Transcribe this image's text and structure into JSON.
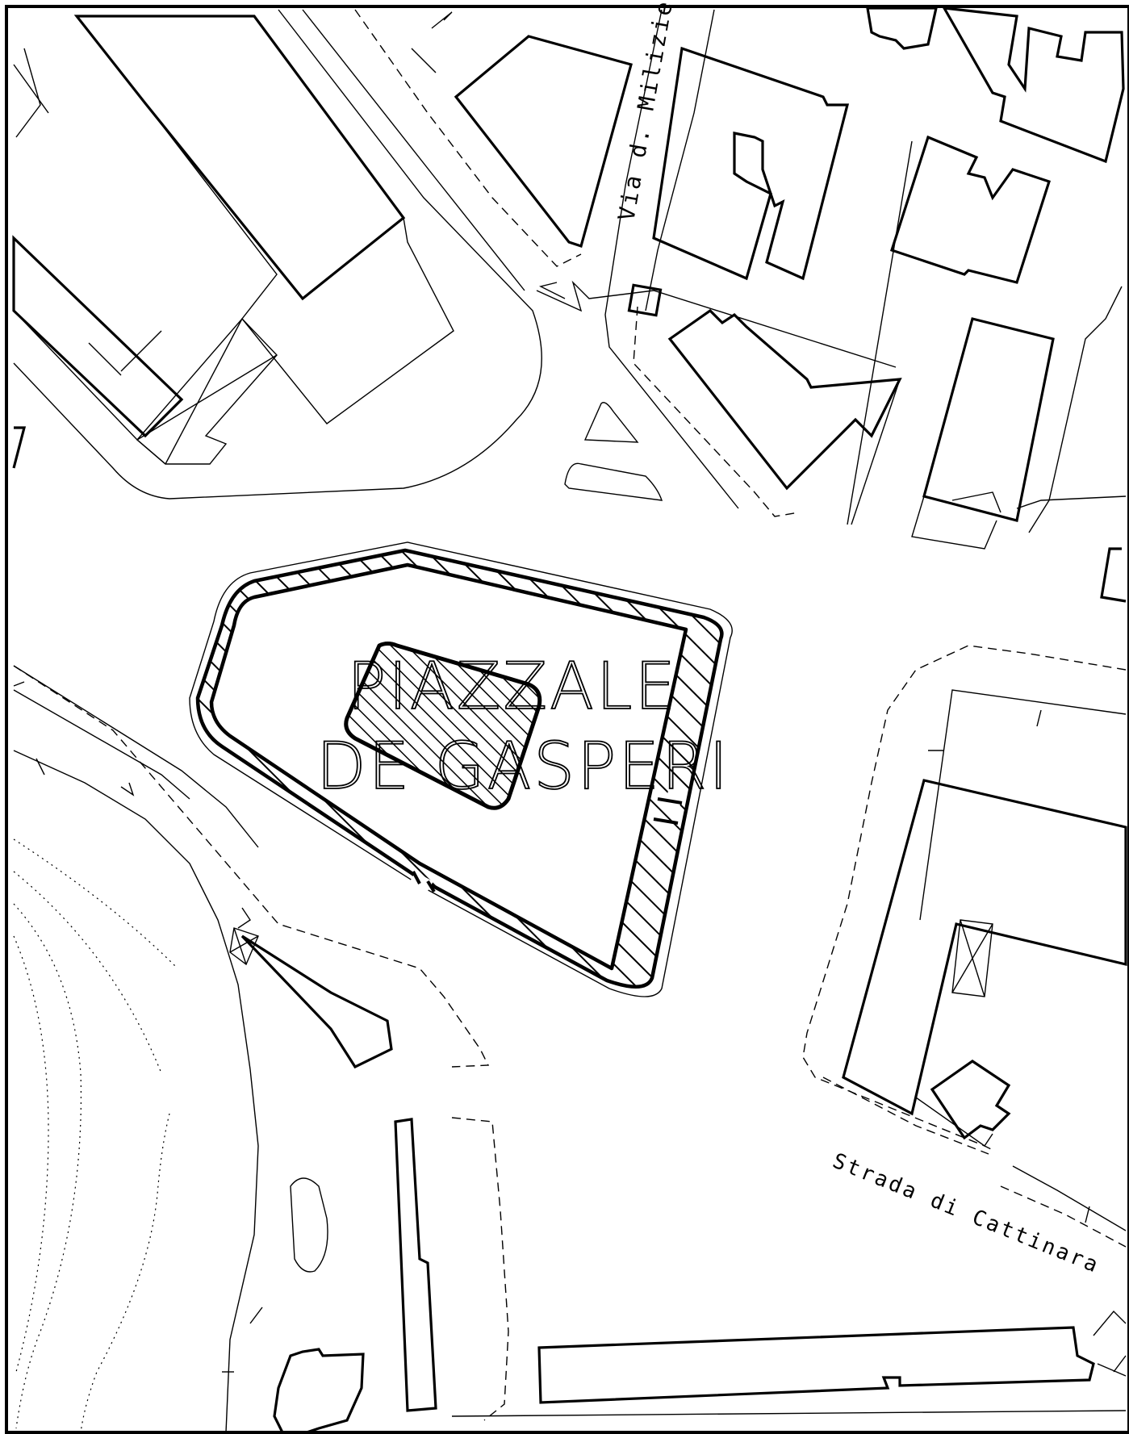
{
  "square_label": {
    "line1": "PIAZZALE",
    "line2": "DE GASPERI"
  },
  "streets": {
    "north": "Via d. Milizie",
    "southeast": "Strada di Cattinara"
  }
}
